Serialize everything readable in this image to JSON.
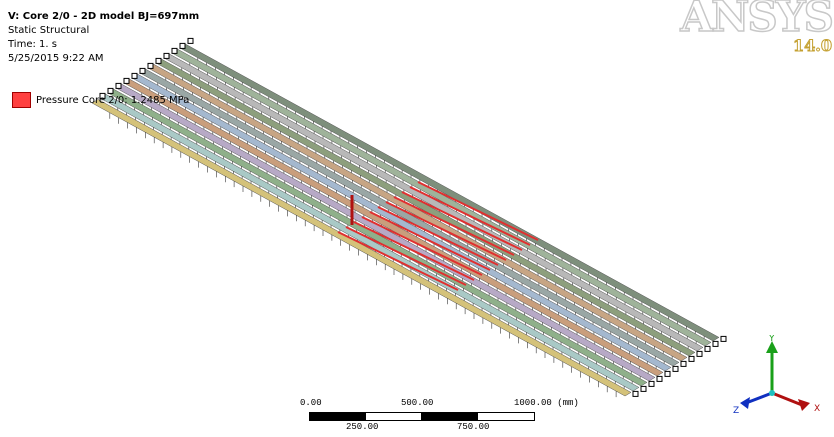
{
  "header": {
    "title": "V: Core 2/0 - 2D model BJ=697mm",
    "analysis": "Static Structural",
    "time": "Time: 1. s",
    "date": "5/25/2015 9:22 AM"
  },
  "legend": {
    "label": "Pressure Core 2/0: 1.2485 MPa",
    "color": "#ff4040"
  },
  "logo": {
    "name": "ANSYS",
    "version": "14.0"
  },
  "scale_bar": {
    "top_labels": [
      "0.00",
      "500.00",
      "1000.00 (mm)"
    ],
    "bottom_labels": [
      "250.00",
      "750.00"
    ]
  },
  "triad": {
    "y": "Y",
    "x": "X",
    "z": "Z"
  },
  "colors": {
    "strips": [
      "#d4c27a",
      "#a9c9c6",
      "#8fb08a",
      "#b7a9c6",
      "#c99e7c",
      "#a4b8cf",
      "#9aa7a5",
      "#c7a584",
      "#8d9f7d",
      "#b8b8b8",
      "#9fb39a",
      "#7e8f7c"
    ],
    "pressure": "#e03030"
  }
}
